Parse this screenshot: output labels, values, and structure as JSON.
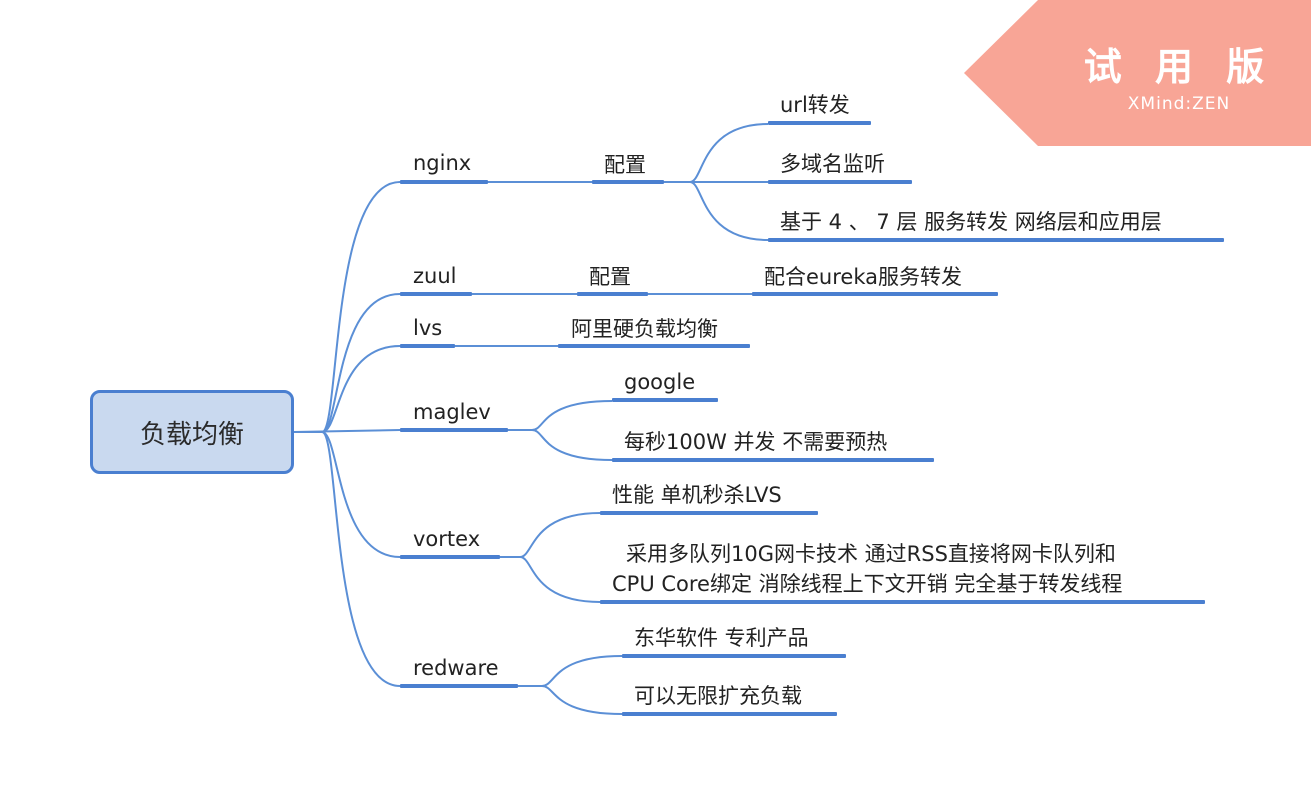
{
  "root": {
    "label": "负载均衡"
  },
  "watermark": {
    "title": "试 用 版",
    "subtitle": "XMind:ZEN",
    "color": "#f8a596"
  },
  "colors": {
    "branch": "#4a7fd0",
    "connector": "#5b8fd6",
    "root_fill": "#c9d9ef"
  },
  "branches": {
    "nginx": {
      "label": "nginx",
      "config": "配置",
      "leaves": [
        "url转发",
        "多域名监听",
        "基于 4 、 7 层 服务转发 网络层和应用层"
      ]
    },
    "zuul": {
      "label": "zuul",
      "config": "配置",
      "leaf": "配合eureka服务转发"
    },
    "lvs": {
      "label": "lvs",
      "leaf": "阿里硬负载均衡"
    },
    "maglev": {
      "label": "maglev",
      "leaves": [
        "google",
        "每秒100W 并发 不需要预热"
      ]
    },
    "vortex": {
      "label": "vortex",
      "leaf1": "性能 单机秒杀LVS",
      "leaf2_line1": "采用多队列10G网卡技术 通过RSS直接将网卡队列和",
      "leaf2_line2": "CPU Core绑定 消除线程上下文开销 完全基于转发线程"
    },
    "redware": {
      "label": "redware",
      "leaves": [
        "东华软件 专利产品",
        "可以无限扩充负载"
      ]
    }
  }
}
